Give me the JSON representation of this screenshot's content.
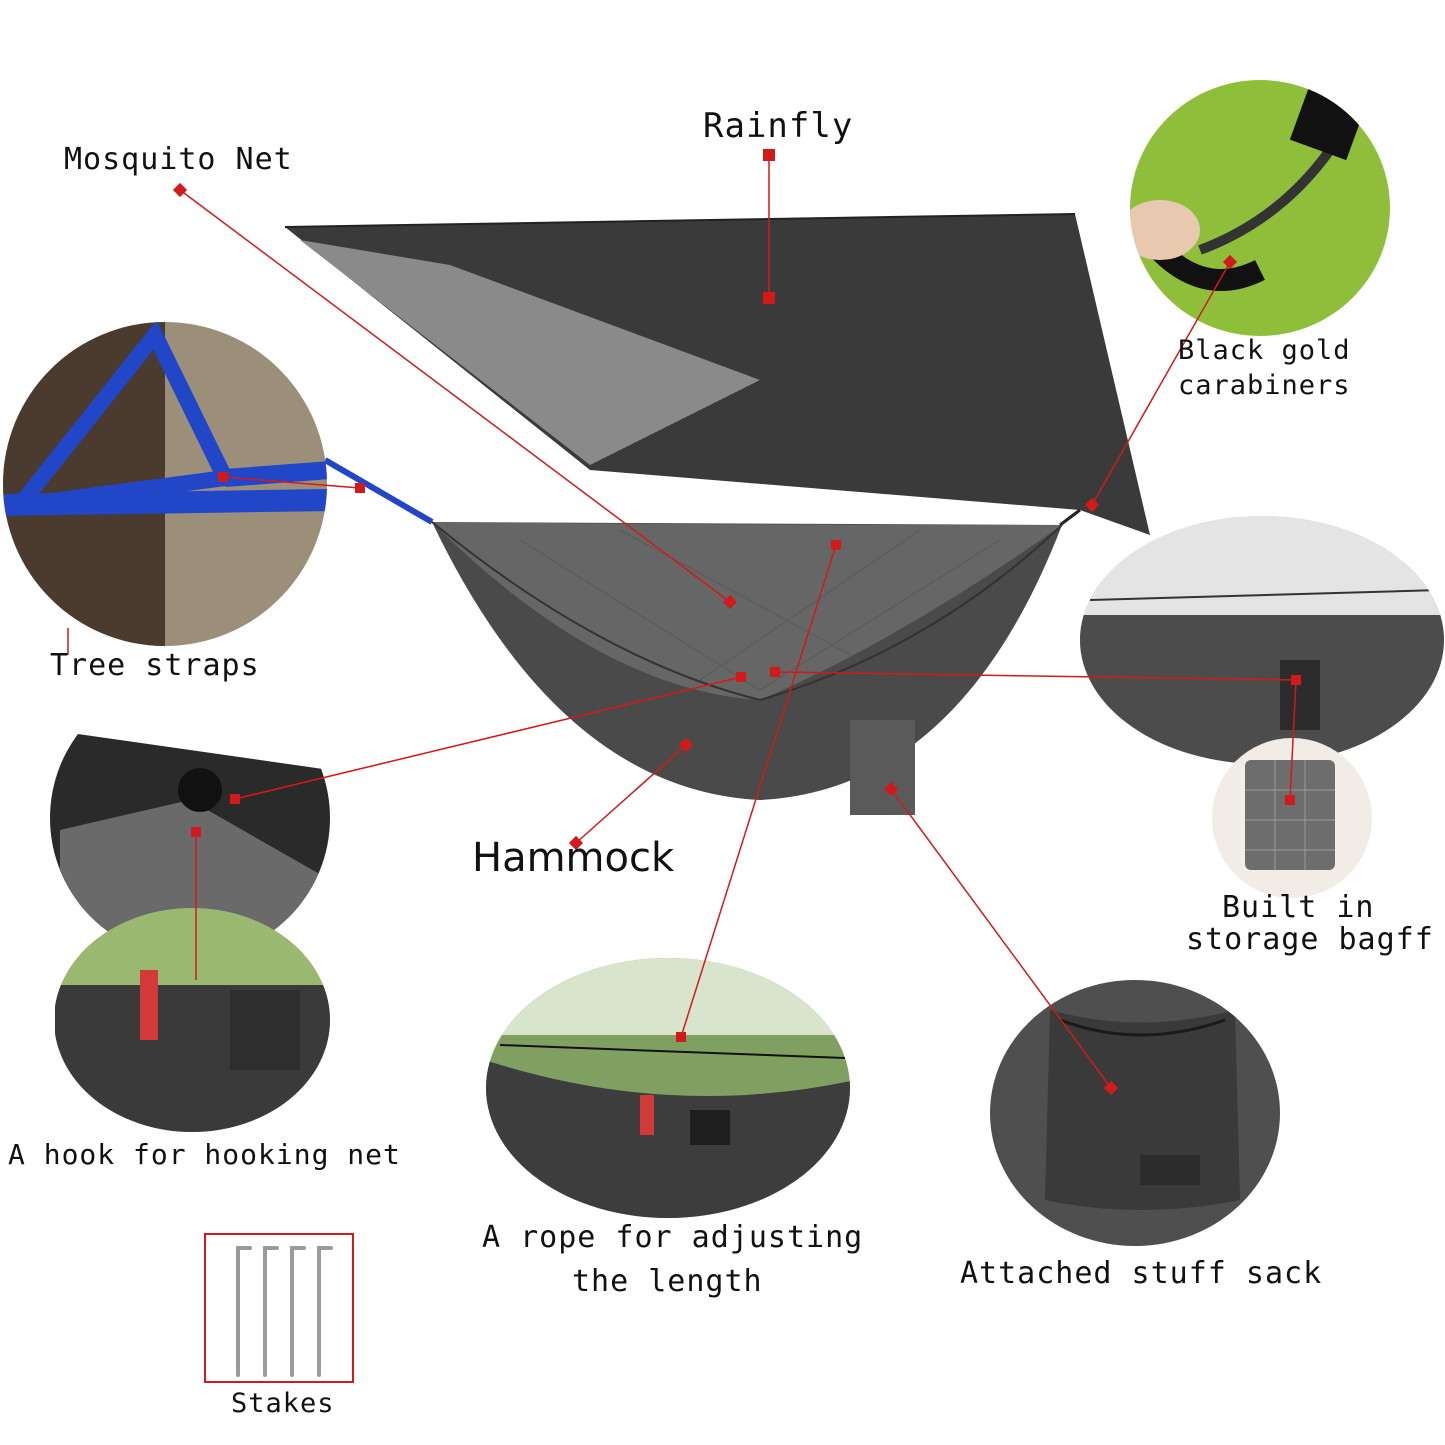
{
  "labels": {
    "rainfly": "Rainfly",
    "mosquito_net": "Mosquito Net",
    "carabiners_line1": "Black gold",
    "carabiners_line2": "carabiners",
    "tree_straps": "Tree straps",
    "hammock": "Hammock",
    "storage_line1": "Built in",
    "storage_line2": "storage bagff",
    "hook": "A hook for hooking net",
    "rope_line1": "A rope for adjusting",
    "rope_line2": "the length",
    "stuff_sack": "Attached stuff sack",
    "stakes": "Stakes"
  },
  "colors": {
    "leader_line": "#d21a1a",
    "rainfly": "#3a3a3a",
    "rainfly_underside": "#8a8a8a",
    "hammock": "#4a4a4a",
    "mesh": "#6b6b6b",
    "strap_blue": "#2146c7",
    "bark": "#4a3b2e",
    "grass": "#8fbf3a"
  }
}
